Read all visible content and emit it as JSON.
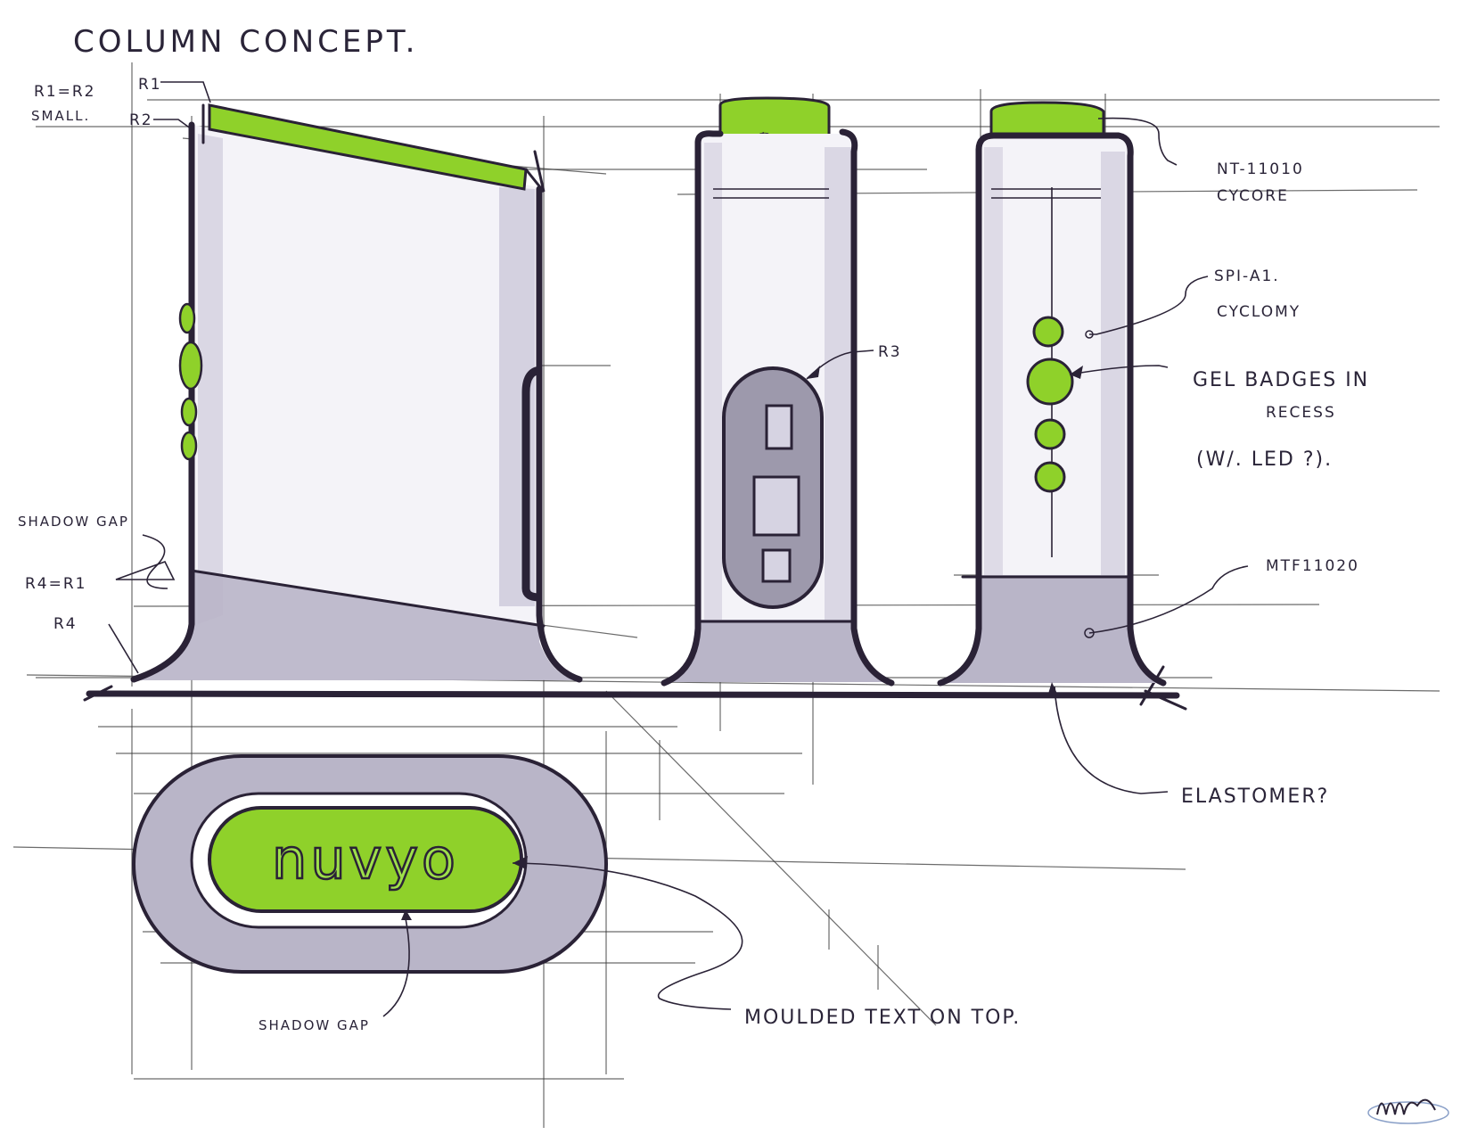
{
  "title": "COLUMN CONCEPT.",
  "colors": {
    "accent_green": "#8fd12a",
    "body_gray": "#b9b5c8",
    "ink": "#2a2236"
  },
  "side_view": {
    "labels": {
      "r1_eq_r2": "R1=R2",
      "small": "SMALL.",
      "r1": "R1",
      "r2": "R2",
      "shadow_gap": "SHADOW GAP",
      "r4_eq_r1": "R4=R1",
      "r4": "R4"
    }
  },
  "front_view": {
    "labels": {
      "r3": "R3"
    }
  },
  "back_view": {
    "labels": {
      "part_top": "NT-11010",
      "part_top_color": "CYCORE",
      "spi": "SPI-A1.",
      "spi_color": "CYCLOMY",
      "gel_line1": "GEL BADGES IN",
      "gel_line2": "RECESS",
      "gel_line3": "(W/. LED ?).",
      "part_bottom": "MTF11020",
      "elastomer": "ELASTOMER?"
    }
  },
  "top_view": {
    "logo_text": "nuvyo",
    "labels": {
      "shadow_gap": "SHADOW GAP",
      "moulded_text": "MOULDED TEXT ON TOP."
    }
  },
  "signature": "author signature"
}
